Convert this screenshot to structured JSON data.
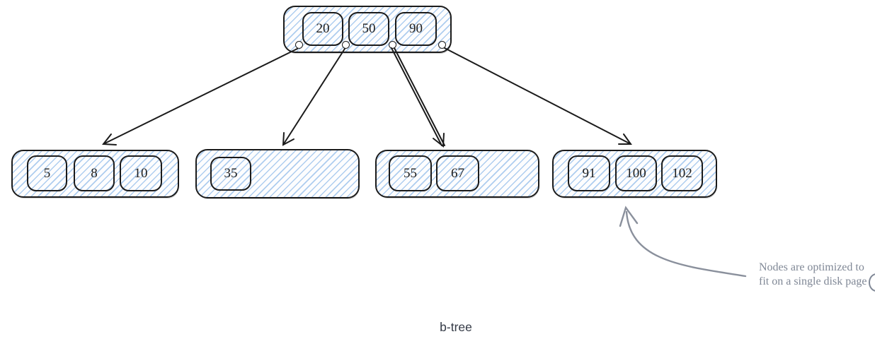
{
  "caption": "b-tree",
  "tree": {
    "root": {
      "keys": [
        "20",
        "50",
        "90"
      ]
    },
    "children": [
      {
        "keys": [
          "5",
          "8",
          "10"
        ]
      },
      {
        "keys": [
          "35"
        ]
      },
      {
        "keys": [
          "55",
          "67"
        ]
      },
      {
        "keys": [
          "91",
          "100",
          "102"
        ]
      }
    ]
  },
  "annotation": {
    "line1": "Nodes are optimized to",
    "line2": "fit on a single disk page"
  },
  "colors": {
    "stroke": "#1b1b1b",
    "hatch": "#aecdef",
    "muted": "#808896",
    "caption-color": "#343a46"
  }
}
